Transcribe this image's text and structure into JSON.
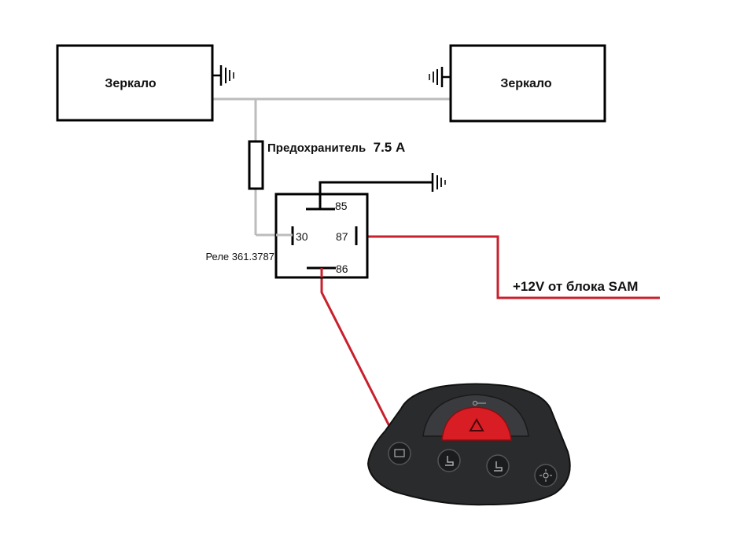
{
  "mirror_left": {
    "label": "Зеркало"
  },
  "mirror_right": {
    "label": "Зеркало"
  },
  "fuse": {
    "label": "Предохранитель",
    "value": "7.5 A"
  },
  "relay": {
    "label": "Реле 361.3787",
    "pins": {
      "p85": "85",
      "p30": "30",
      "p87": "87",
      "p86": "86"
    }
  },
  "power": {
    "label": "+12V от блока SAM"
  },
  "colors": {
    "signal_wire": "#bcbcbc",
    "power_wire": "#c8202c",
    "ground_wire": "#000000",
    "hazard_button": "#d81e24",
    "panel_body": "#2a2b2d"
  },
  "icons": [
    "ground-icon",
    "rear-defrost-icon",
    "seat-heat-icon",
    "fan-icon",
    "lock-icon",
    "hazard-triangle-icon"
  ]
}
